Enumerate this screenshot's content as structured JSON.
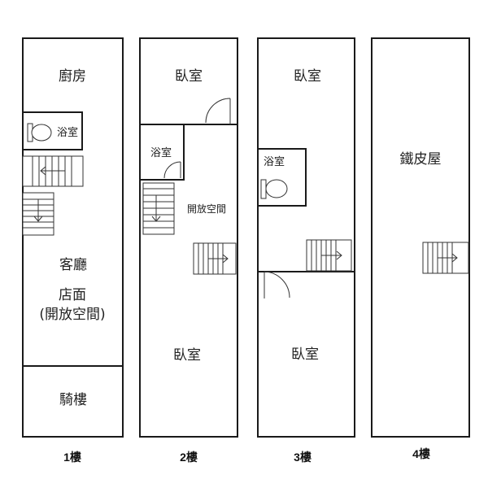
{
  "floors": [
    {
      "label": "1樓",
      "rooms": {
        "kitchen": "廚房",
        "bathroom": "浴室",
        "living": "客廳",
        "shop": "店面",
        "shop_note": "(開放空間)",
        "arcade": "騎樓"
      }
    },
    {
      "label": "2樓",
      "rooms": {
        "bedroom_front": "臥室",
        "bathroom": "浴室",
        "open_space": "開放空間",
        "bedroom_back": "臥室"
      }
    },
    {
      "label": "3樓",
      "rooms": {
        "bedroom_front": "臥室",
        "bathroom": "浴室",
        "bedroom_back": "臥室"
      }
    },
    {
      "label": "4樓",
      "rooms": {
        "iron_house": "鐵皮屋"
      }
    }
  ]
}
